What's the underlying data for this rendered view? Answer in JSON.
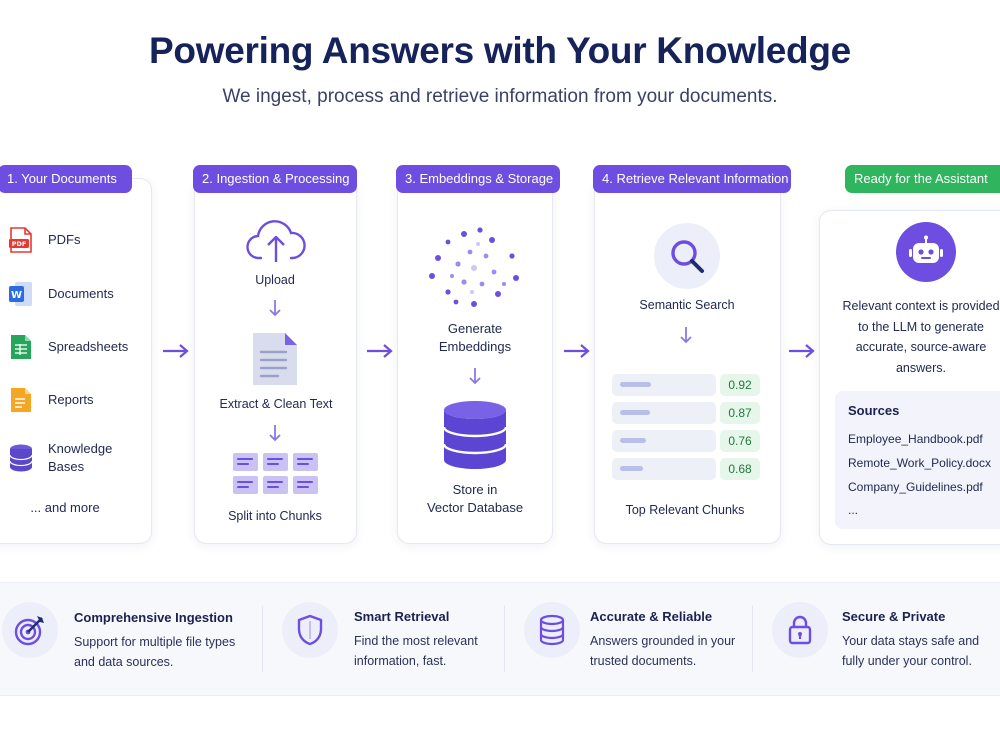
{
  "header": {
    "title": "Powering Answers with Your Knowledge",
    "subtitle": "We ingest, process and retrieve information from your documents."
  },
  "steps": {
    "documents": {
      "label": "1. Your Documents",
      "items": [
        {
          "label": "PDFs",
          "icon": "pdf-icon"
        },
        {
          "label": "Documents",
          "icon": "word-doc-icon"
        },
        {
          "label": "Spreadsheets",
          "icon": "spreadsheet-icon"
        },
        {
          "label": "Reports",
          "icon": "report-icon"
        },
        {
          "label": "Knowledge\nBases",
          "icon": "database-icon"
        }
      ],
      "more": "... and more"
    },
    "ingestion": {
      "label": "2. Ingestion & Processing",
      "upload": "Upload",
      "extract": "Extract & Clean Text",
      "split": "Split into Chunks"
    },
    "embeddings": {
      "label": "3. Embeddings & Storage",
      "generate_line1": "Generate",
      "generate_line2": "Embeddings",
      "store_line1": "Store in",
      "store_line2": "Vector Database"
    },
    "retrieve": {
      "label": "4. Retrieve Relevant Information",
      "search": "Semantic Search",
      "scores": [
        0.92,
        0.87,
        0.76,
        0.68
      ],
      "scores_text": [
        "0.92",
        "0.87",
        "0.76",
        "0.68"
      ],
      "top": "Top Relevant Chunks"
    },
    "ready": {
      "label": "Ready for the Assistant",
      "context_lines": [
        "Relevant context is provided",
        "to the LLM to generate",
        "accurate, source-aware",
        "answers."
      ],
      "sources_heading": "Sources",
      "sources": [
        "Employee_Handbook.pdf",
        "Remote_Work_Policy.docx",
        "Company_Guidelines.pdf",
        "..."
      ]
    }
  },
  "features": [
    {
      "title": "Comprehensive Ingestion",
      "desc": "Support for multiple file types and data sources.",
      "icon": "target-icon"
    },
    {
      "title": "Smart Retrieval",
      "desc": "Find the most relevant information, fast.",
      "icon": "shield-icon"
    },
    {
      "title": "Accurate & Reliable",
      "desc": "Answers grounded in your trusted documents.",
      "icon": "database-icon"
    },
    {
      "title": "Secure & Private",
      "desc": "Your data stays safe and fully under your control.",
      "icon": "lock-icon"
    }
  ],
  "colors": {
    "accent": "#6d4ee0",
    "green": "#2fb55e",
    "navy": "#16225a"
  }
}
